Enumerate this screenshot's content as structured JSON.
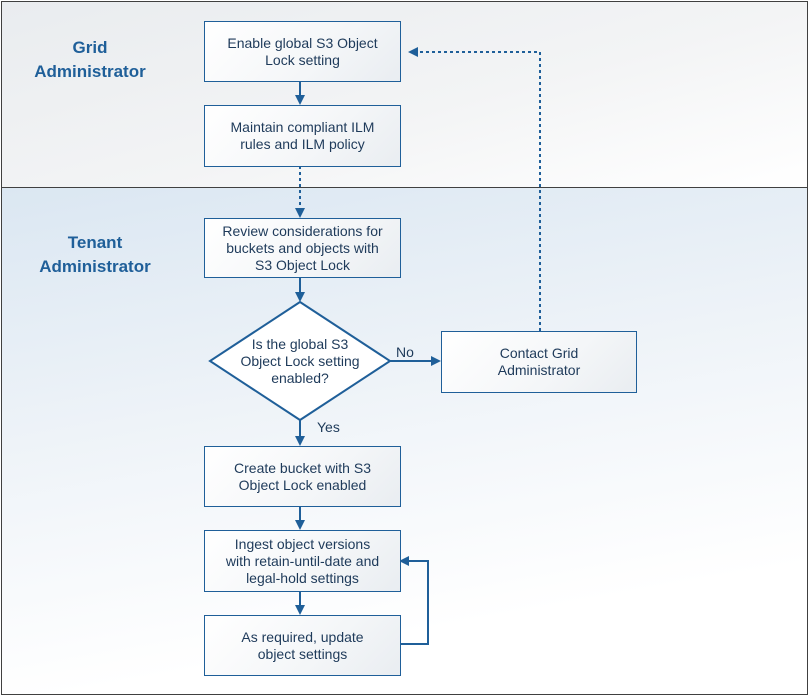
{
  "lanes": {
    "grid_label": "Grid\nAdministrator",
    "tenant_label": "Tenant\nAdministrator"
  },
  "steps": {
    "enable_global": "Enable global S3 Object\nLock setting",
    "maintain_ilm": "Maintain compliant ILM\nrules and ILM policy",
    "review": "Review considerations for\nbuckets and objects with\nS3 Object Lock",
    "decision": "Is the global S3\nObject Lock setting\nenabled?",
    "contact_grid": "Contact Grid\nAdministrator",
    "create_bucket": "Create bucket with S3\nObject Lock enabled",
    "ingest": "Ingest object versions\nwith retain-until-date and\nlegal-hold settings",
    "update_settings": "As required, update\nobject settings"
  },
  "edges": {
    "no_label": "No",
    "yes_label": "Yes"
  },
  "colors": {
    "accent": "#1f5f99",
    "text": "#1e3a5a",
    "border": "#404040"
  }
}
